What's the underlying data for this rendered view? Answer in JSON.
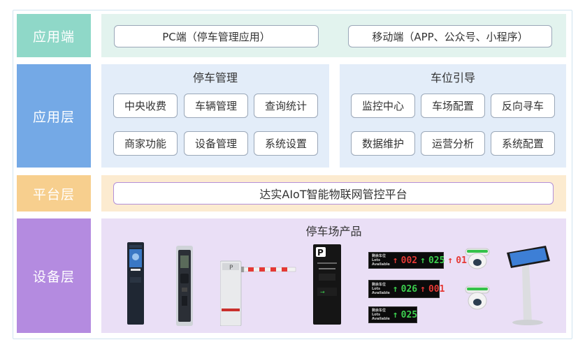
{
  "layers": {
    "app_end": "应用端",
    "app": "应用层",
    "platform": "平台层",
    "device": "设备层"
  },
  "app_end": {
    "pc": "PC端（停车管理应用）",
    "mobile": "移动端（APP、公众号、小程序）"
  },
  "parking_mgmt": {
    "title": "停车管理",
    "items": [
      "中央收费",
      "车辆管理",
      "查询统计",
      "商家功能",
      "设备管理",
      "系统设置"
    ]
  },
  "space_guide": {
    "title": "车位引导",
    "items": [
      "监控中心",
      "车场配置",
      "反向寻车",
      "数据维护",
      "运营分析",
      "系统配置"
    ]
  },
  "platform": {
    "name": "达实AIoT智能物联网管控平台"
  },
  "device": {
    "title": "停车场产品",
    "products": [
      "face-terminal-icon",
      "ticket-kiosk-icon",
      "barrier-gate-icon",
      "guidance-screen-icon",
      "led-display-icon",
      "camera-dome-icon",
      "touch-kiosk-icon"
    ]
  },
  "colors": {
    "app_end_label": "#8fd8c8",
    "app_label": "#74a9e6",
    "platform_label": "#f7cf8e",
    "device_label": "#b48be0",
    "app_end_panel": "#e2f3ee",
    "app_panel": "#e3edf9",
    "platform_panel": "#fcebd0",
    "device_panel": "#eadff6"
  }
}
